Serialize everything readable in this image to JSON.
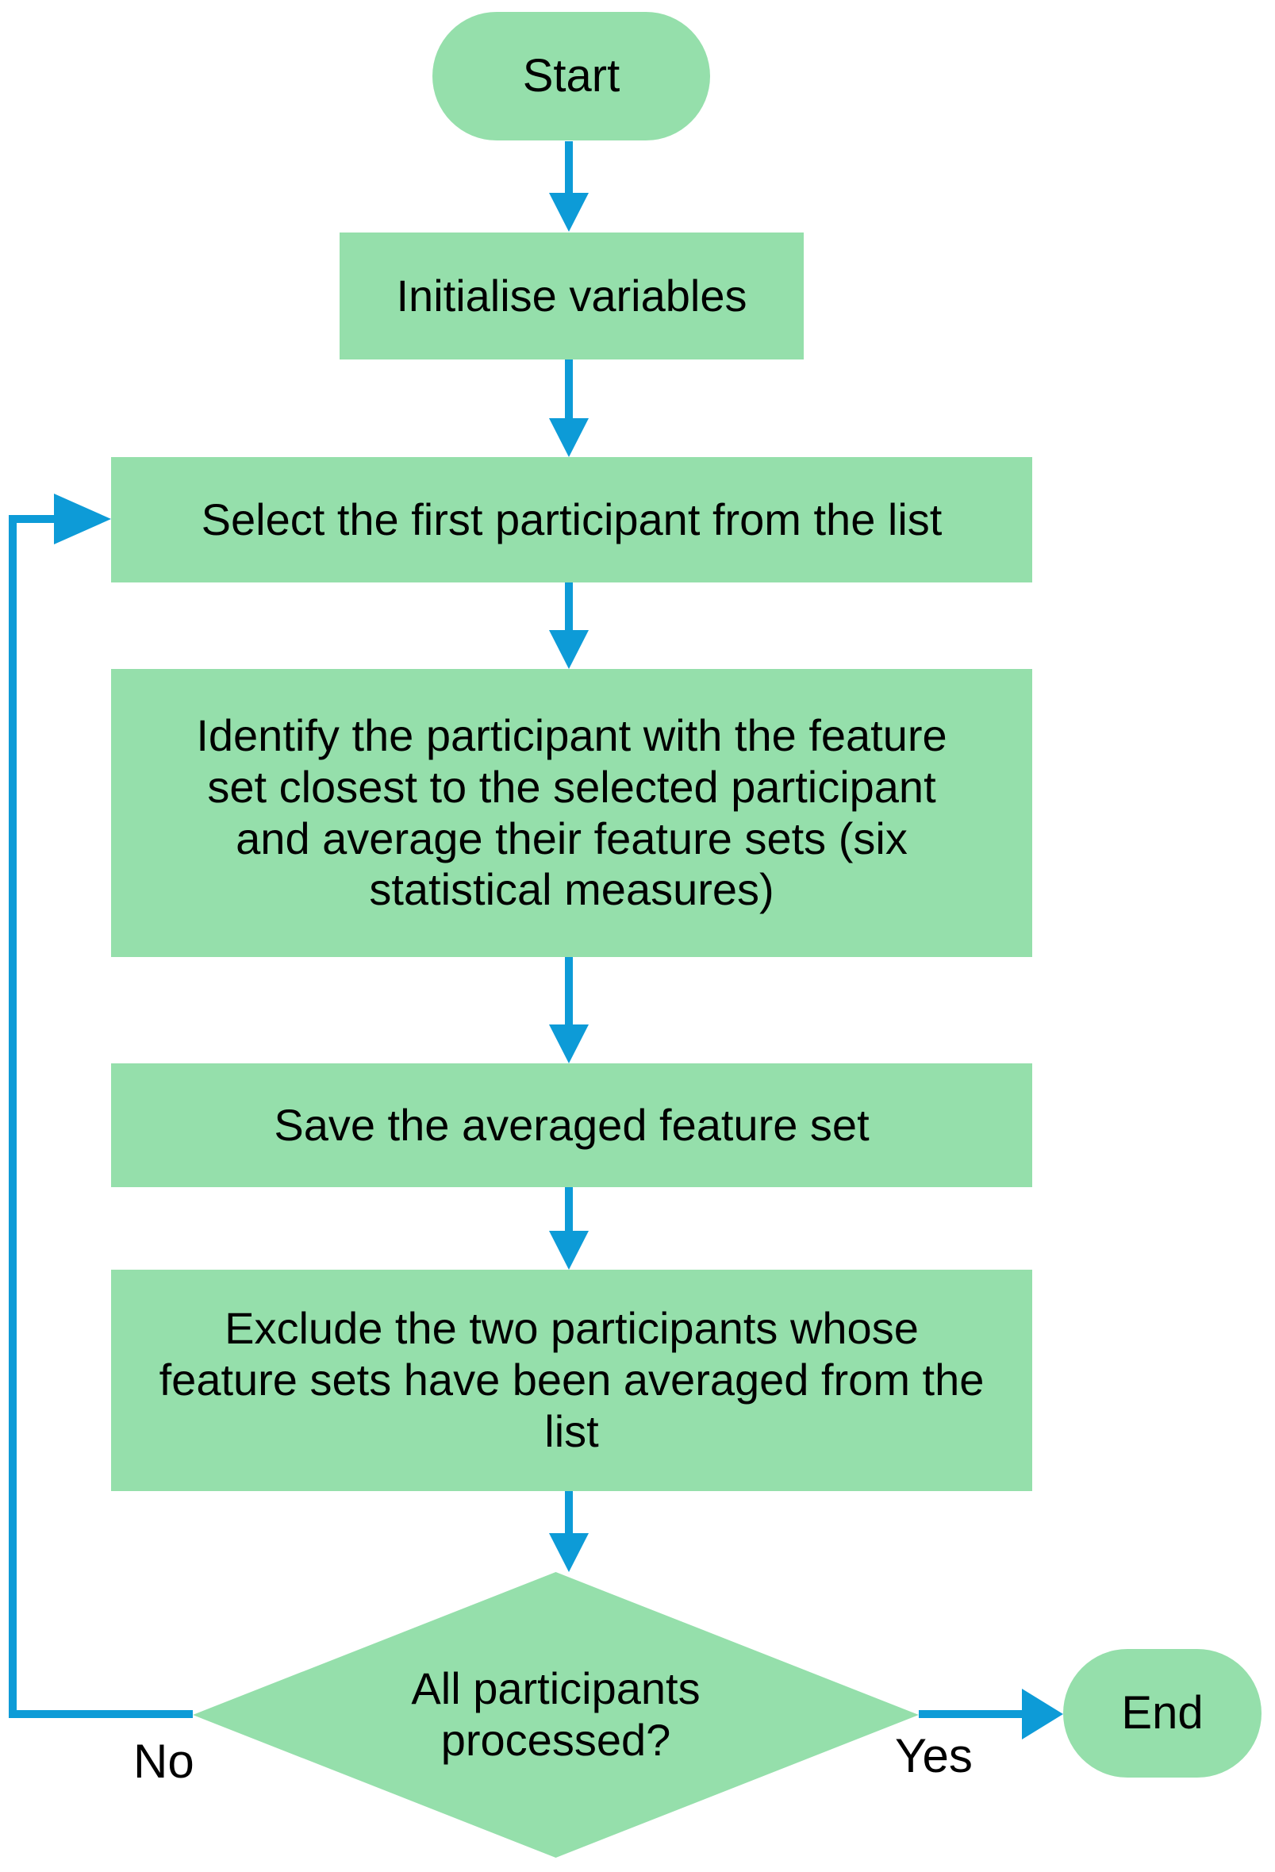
{
  "diagram": {
    "title": "Participant feature-set averaging flowchart",
    "type": "flowchart",
    "colors": {
      "node_fill": "#95DFAB",
      "connector": "#0D9BD7",
      "text": "#000000",
      "background": "#FFFFFF"
    },
    "nodes": [
      {
        "id": "start",
        "shape": "terminator",
        "label": "Start"
      },
      {
        "id": "init",
        "shape": "process",
        "label": "Initialise variables"
      },
      {
        "id": "select_first",
        "shape": "process",
        "label": "Select the first participant from the list"
      },
      {
        "id": "identify",
        "shape": "process",
        "label": "Identify the participant with the feature set closest to the selected participant and average their feature sets (six statistical measures)"
      },
      {
        "id": "save",
        "shape": "process",
        "label": "Save the averaged feature set"
      },
      {
        "id": "exclude",
        "shape": "process",
        "label": "Exclude the two participants whose feature sets have been averaged from the list"
      },
      {
        "id": "decision",
        "shape": "decision",
        "label": "All participants processed?"
      },
      {
        "id": "end",
        "shape": "terminator",
        "label": "End"
      }
    ],
    "edges": [
      {
        "id": "e1",
        "from": "start",
        "to": "init",
        "label": ""
      },
      {
        "id": "e2",
        "from": "init",
        "to": "select_first",
        "label": ""
      },
      {
        "id": "e3",
        "from": "select_first",
        "to": "identify",
        "label": ""
      },
      {
        "id": "e4",
        "from": "identify",
        "to": "save",
        "label": ""
      },
      {
        "id": "e5",
        "from": "save",
        "to": "exclude",
        "label": ""
      },
      {
        "id": "e6",
        "from": "exclude",
        "to": "decision",
        "label": ""
      },
      {
        "id": "e7",
        "from": "decision",
        "to": "end",
        "label": "Yes"
      },
      {
        "id": "e8",
        "from": "decision",
        "to": "select_first",
        "label": "No"
      }
    ],
    "edge_labels": {
      "no": "No",
      "yes": "Yes"
    }
  }
}
